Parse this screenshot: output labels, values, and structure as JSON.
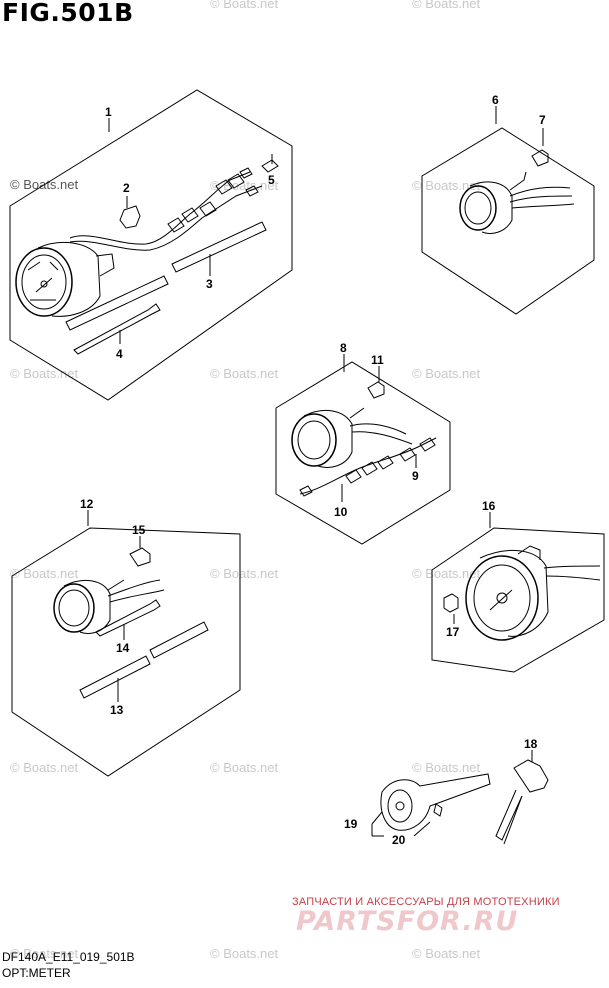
{
  "figure": {
    "title": "FIG.501B",
    "model_code": "DF140A_E11_019_501B",
    "caption": "OPT:METER"
  },
  "watermark": "© Boats.net",
  "promo": {
    "tagline": "ЗАПЧАСТИ И АКСЕССУАРЫ ДЛЯ МОТОТЕХНИКИ",
    "brand": "PARTSFOR.RU"
  },
  "callouts": [
    "1",
    "2",
    "3",
    "4",
    "5",
    "6",
    "7",
    "8",
    "9",
    "10",
    "11",
    "12",
    "13",
    "14",
    "15",
    "16",
    "17",
    "18",
    "19",
    "20"
  ],
  "colors": {
    "line": "#000000",
    "watermark": "#c8c8c8",
    "promo_text": "#c4404a",
    "promo_brand": "#f0c8cc"
  }
}
